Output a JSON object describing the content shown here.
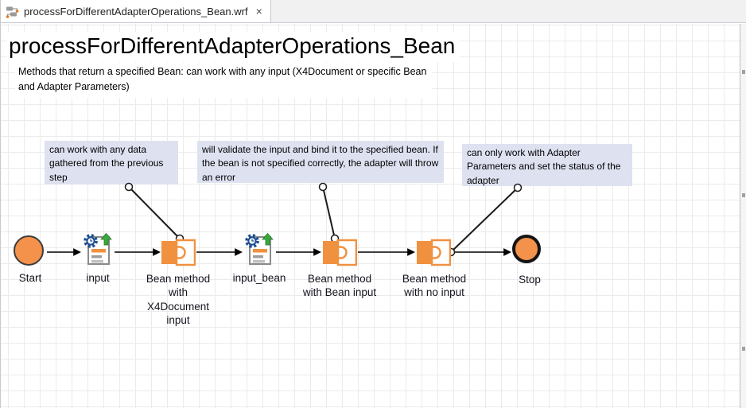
{
  "tab": {
    "title": "processForDifferentAdapterOperations_Bean.wrf",
    "close_glyph": "×"
  },
  "header": {
    "title": "processForDifferentAdapterOperations_Bean",
    "description": "Methods that return a specified Bean: can work with any input (X4Document or specific Bean and Adapter Parameters)"
  },
  "notes": [
    {
      "text": "can work with any data gathered from the previous step"
    },
    {
      "text": "will validate the input and bind it to the specified bean. If the bean is not specified correctly, the adapter will throw an error"
    },
    {
      "text": "can only work with Adapter Parameters and set the status of the adapter"
    }
  ],
  "workflow": {
    "nodes": [
      {
        "id": "start",
        "type": "start-event",
        "label": "Start"
      },
      {
        "id": "input",
        "type": "document-mapping",
        "label": "input"
      },
      {
        "id": "bean-method-x4document-input",
        "type": "adapter",
        "label": "Bean method\nwith\nX4Document\ninput"
      },
      {
        "id": "input_bean",
        "type": "document-mapping",
        "label": "input_bean"
      },
      {
        "id": "bean-method-bean-input",
        "type": "adapter",
        "label": "Bean method\nwith Bean input"
      },
      {
        "id": "bean-method-no-input",
        "type": "adapter",
        "label": "Bean method\nwith no input"
      },
      {
        "id": "stop",
        "type": "stop-event",
        "label": "Stop"
      }
    ]
  },
  "colors": {
    "accent_orange": "#F0913F",
    "node_fill_orange": "#F4914A",
    "note_background": "#DEE1F0",
    "grid_line": "#EBEBEB",
    "gear_blue": "#1D4F91",
    "arrow_green": "#3AA83F"
  }
}
